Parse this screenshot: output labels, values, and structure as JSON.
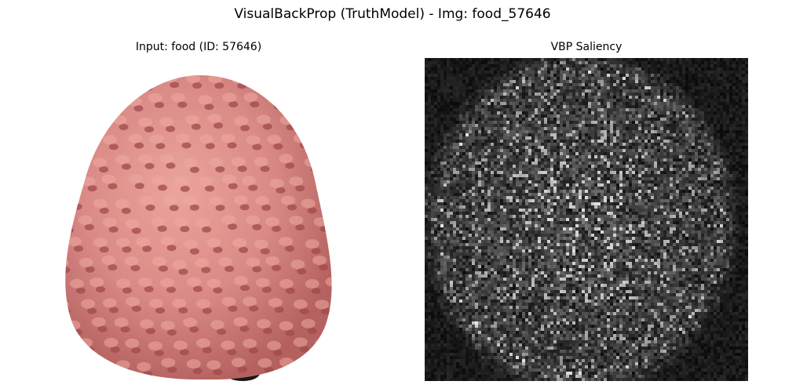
{
  "figure": {
    "title": "VisualBackProp (TruthModel) - Img: food_57646"
  },
  "left_panel": {
    "title": "Input: food (ID: 57646)",
    "image_description": "pink bumpy egg-shaped fruit on white background"
  },
  "right_panel": {
    "title": "VBP Saliency",
    "colormap": "gray"
  },
  "colors": {
    "fruit_base": "#d98a86",
    "fruit_light": "#e9a198",
    "fruit_shadow": "#a8504f",
    "saliency_background": "#0d0d0d"
  }
}
